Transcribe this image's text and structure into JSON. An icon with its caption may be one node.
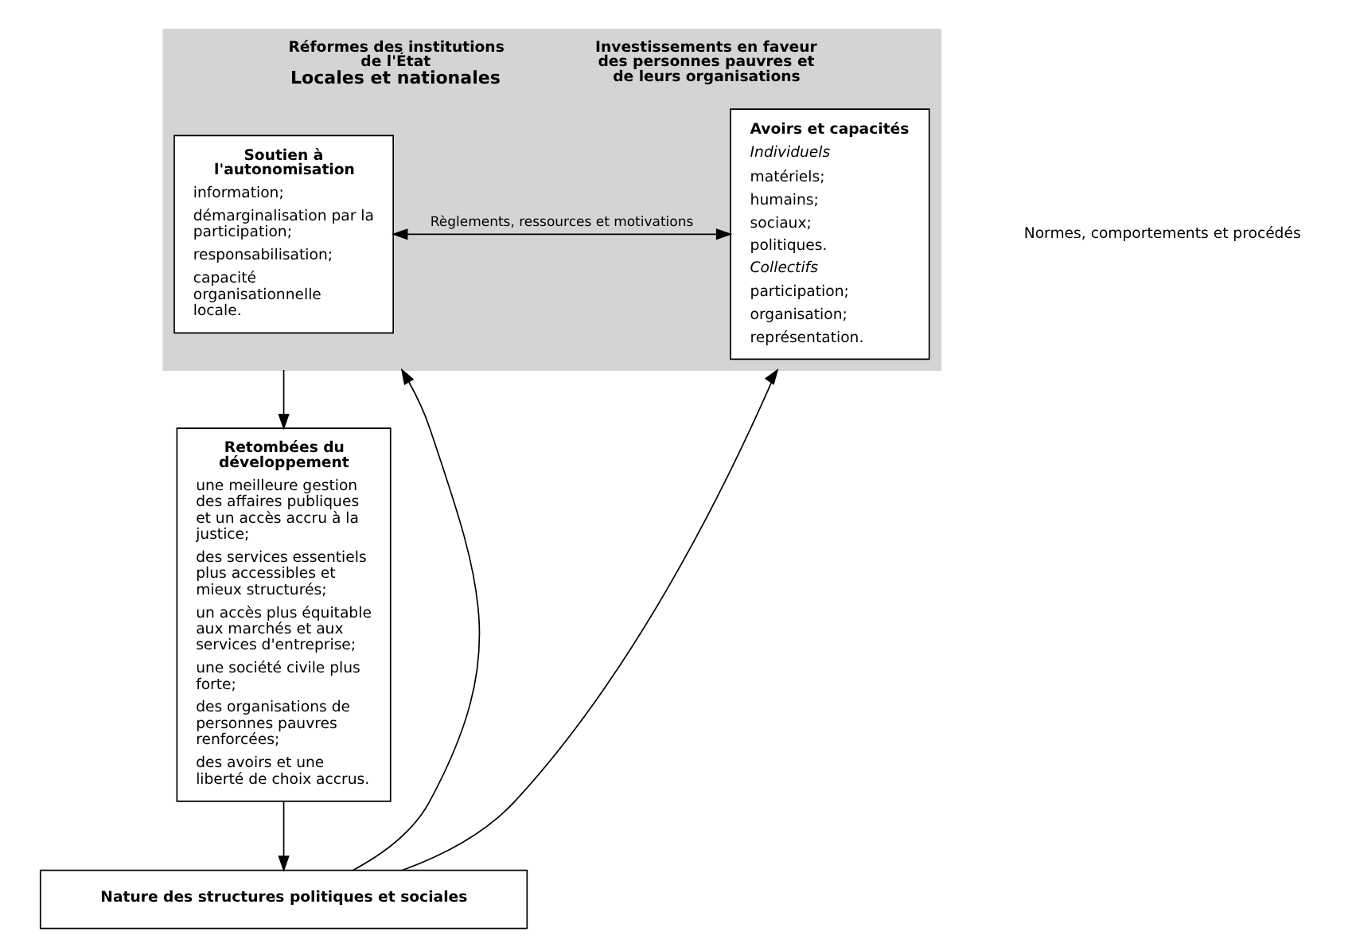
{
  "diagram": {
    "nodes": [
      {
        "text": [
          "Réformes des institutions de l'État",
          "Locales et nationales",
          "Investissements en faveur des personnes pauvres et de leurs organisations"
        ]
      },
      {
        "text": [
          "Soutien à l'autonomisation",
          "information;",
          "démarginalisation par la participation;",
          "responsabilisation;",
          "capacité organisationnelle locale."
        ],
        "in": 0
      },
      {
        "text": [
          "Avoirs et capacités",
          "Individuels",
          "matériels;",
          "humains;",
          "sociaux;",
          "politiques.",
          "Collectifs",
          "participation;",
          "organisation;",
          "représentation."
        ],
        "in": 0
      },
      {
        "text": [
          "Retombées du développement",
          "une meilleure gestion des affaires publiques et un accès accru à la justice;",
          "des services essentiels plus accessibles et mieux structurés;",
          "un accès plus équitable aux marchés et aux services d'entreprise;",
          "une société civile plus forte;",
          "des organisations de personnes pauvres renforcées;",
          "des avoirs et une liberté de choix accrus."
        ]
      },
      {
        "text": [
          "Nature des structures politiques et sociales"
        ]
      }
    ],
    "edges": [
      {
        "from": 1,
        "to": 2,
        "arrow": "both",
        "label": "Règlements, ressources et motivations"
      },
      {
        "from": 0,
        "to": 3,
        "arrow": "to"
      },
      {
        "from": 3,
        "to": 4,
        "arrow": "to"
      },
      {
        "from": 4,
        "to": 0,
        "arrow": "to"
      },
      {
        "from": 4,
        "to": 0,
        "arrow": "to"
      }
    ],
    "labels": [
      "Normes, comportements et procédés"
    ]
  }
}
